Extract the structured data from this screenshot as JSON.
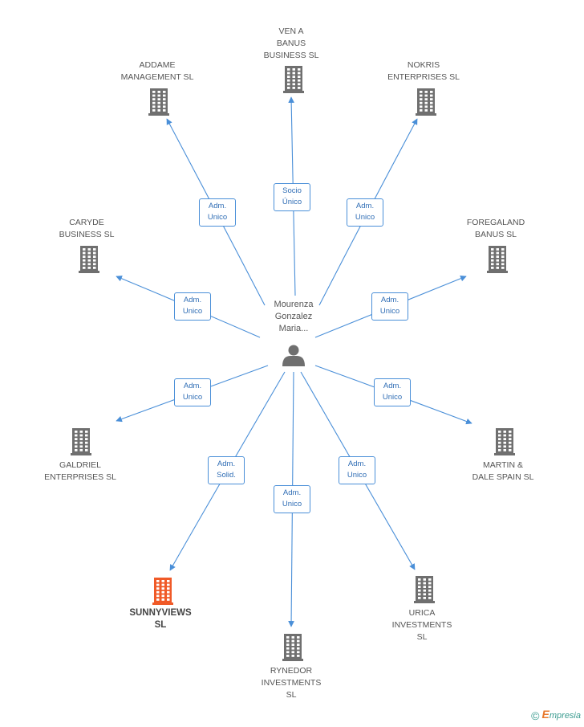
{
  "center": {
    "name": "Mourenza\nGonzalez\nMaria...",
    "icon": "person-icon"
  },
  "companies": [
    {
      "id": "ven-a-banus",
      "name": "VEN A\nBANUS\nBUSINESS SL",
      "relation": "Socio\nÚnico",
      "highlight": false
    },
    {
      "id": "addame",
      "name": "ADDAME\nMANAGEMENT SL",
      "relation": "Adm.\nUnico",
      "highlight": false
    },
    {
      "id": "nokris",
      "name": "NOKRIS\nENTERPRISES SL",
      "relation": "Adm.\nUnico",
      "highlight": false
    },
    {
      "id": "caryde",
      "name": "CARYDE\nBUSINESS  SL",
      "relation": "Adm.\nUnico",
      "highlight": false
    },
    {
      "id": "foregaland",
      "name": "FOREGALAND\nBANUS SL",
      "relation": "Adm.\nUnico",
      "highlight": false
    },
    {
      "id": "galdriel",
      "name": "GALDRIEL\nENTERPRISES SL",
      "relation": "Adm.\nUnico",
      "highlight": false
    },
    {
      "id": "martin-dale",
      "name": "MARTIN &\nDALE SPAIN SL",
      "relation": "Adm.\nUnico",
      "highlight": false
    },
    {
      "id": "sunnyviews",
      "name": "SUNNYVIEWS\nSL",
      "relation": "Adm.\nSolid.",
      "highlight": true
    },
    {
      "id": "rynedor",
      "name": "RYNEDOR\nINVESTMENTS\nSL",
      "relation": "Adm.\nUnico",
      "highlight": false
    },
    {
      "id": "urica",
      "name": "URICA\nINVESTMENTS\nSL",
      "relation": "Adm.\nUnico",
      "highlight": false
    }
  ],
  "colors": {
    "edge": "#4a8fd8",
    "building": "#6f6f6f",
    "building_highlight": "#f05a28",
    "person": "#6f6f6f"
  },
  "brand": {
    "copyright": "©",
    "initial": "E",
    "rest": "mpresia"
  }
}
